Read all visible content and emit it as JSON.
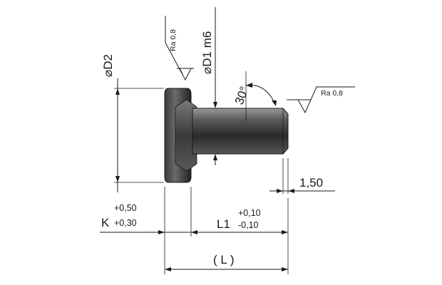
{
  "drawing": {
    "d2_label": "⌀D2",
    "d1_label": "⌀D1 m6",
    "ra_head": "Ra 0,8",
    "ra_shaft": "Ra 0,8",
    "angle_label": "30°",
    "chamfer_label": "1,50",
    "k_upper_tol": "+0,50",
    "k_label": "K",
    "k_lower_tol": "+0,30",
    "l1_upper_tol": "+0,10",
    "l1_label": "L1",
    "l1_lower_tol": "-0,10",
    "l_label": "( L )"
  },
  "colors": {
    "part_dark": "#2b2b2b",
    "part_mid": "#4a4a4a",
    "part_light": "#8a8a8a",
    "ink": "#1a1a1a"
  }
}
